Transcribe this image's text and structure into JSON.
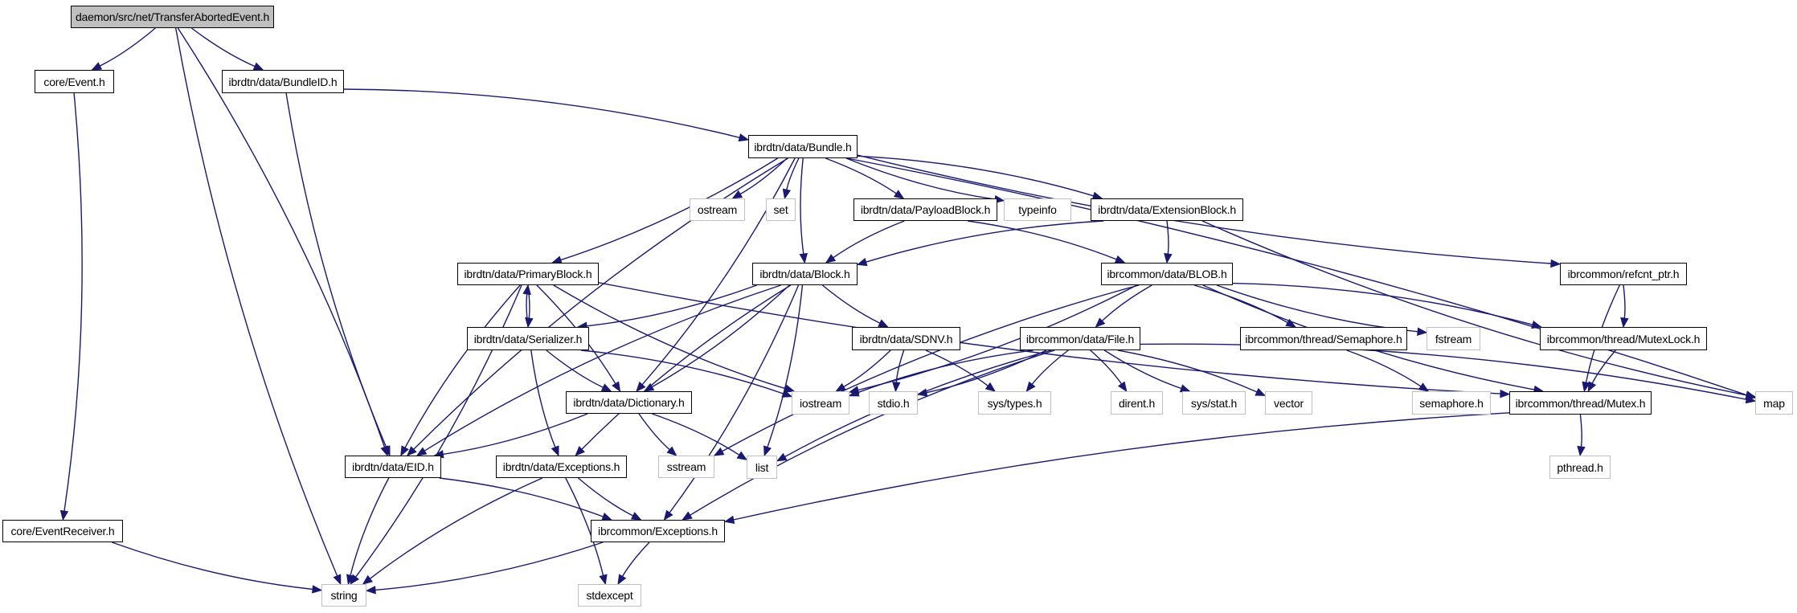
{
  "title": "daemon/src/net/TransferAbortedEvent.h",
  "colors": {
    "edge": "#191970",
    "root_fill": "#bfbfbf",
    "system_border": "#bfbfbf",
    "project_border": "#000000"
  },
  "nodes": [
    {
      "id": "root",
      "label": "daemon/src/net/TransferAbortedEvent.h",
      "kind": "root"
    },
    {
      "id": "event",
      "label": "core/Event.h",
      "kind": "project"
    },
    {
      "id": "bundleid",
      "label": "ibrdtn/data/BundleID.h",
      "kind": "project"
    },
    {
      "id": "bundle",
      "label": "ibrdtn/data/Bundle.h",
      "kind": "project"
    },
    {
      "id": "ostream",
      "label": "ostream",
      "kind": "system"
    },
    {
      "id": "set",
      "label": "set",
      "kind": "system"
    },
    {
      "id": "payloadblock",
      "label": "ibrdtn/data/PayloadBlock.h",
      "kind": "project"
    },
    {
      "id": "typeinfo",
      "label": "typeinfo",
      "kind": "system"
    },
    {
      "id": "extensionblock",
      "label": "ibrdtn/data/ExtensionBlock.h",
      "kind": "project"
    },
    {
      "id": "primaryblock",
      "label": "ibrdtn/data/PrimaryBlock.h",
      "kind": "project"
    },
    {
      "id": "block",
      "label": "ibrdtn/data/Block.h",
      "kind": "project"
    },
    {
      "id": "blob",
      "label": "ibrcommon/data/BLOB.h",
      "kind": "project"
    },
    {
      "id": "refcnt",
      "label": "ibrcommon/refcnt_ptr.h",
      "kind": "project"
    },
    {
      "id": "serializer",
      "label": "ibrdtn/data/Serializer.h",
      "kind": "project"
    },
    {
      "id": "sdnv",
      "label": "ibrdtn/data/SDNV.h",
      "kind": "project"
    },
    {
      "id": "file",
      "label": "ibrcommon/data/File.h",
      "kind": "project"
    },
    {
      "id": "semaphore",
      "label": "ibrcommon/thread/Semaphore.h",
      "kind": "project"
    },
    {
      "id": "fstream",
      "label": "fstream",
      "kind": "system"
    },
    {
      "id": "mutexlock",
      "label": "ibrcommon/thread/MutexLock.h",
      "kind": "project"
    },
    {
      "id": "dictionary",
      "label": "ibrdtn/data/Dictionary.h",
      "kind": "project"
    },
    {
      "id": "iostream",
      "label": "iostream",
      "kind": "system"
    },
    {
      "id": "stdio",
      "label": "stdio.h",
      "kind": "system"
    },
    {
      "id": "systypes",
      "label": "sys/types.h",
      "kind": "system"
    },
    {
      "id": "dirent",
      "label": "dirent.h",
      "kind": "system"
    },
    {
      "id": "sysstat",
      "label": "sys/stat.h",
      "kind": "system"
    },
    {
      "id": "vector",
      "label": "vector",
      "kind": "system"
    },
    {
      "id": "semaphore_h",
      "label": "semaphore.h",
      "kind": "system"
    },
    {
      "id": "mutex",
      "label": "ibrcommon/thread/Mutex.h",
      "kind": "project"
    },
    {
      "id": "map",
      "label": "map",
      "kind": "system"
    },
    {
      "id": "eid",
      "label": "ibrdtn/data/EID.h",
      "kind": "project"
    },
    {
      "id": "dataexceptions",
      "label": "ibrdtn/data/Exceptions.h",
      "kind": "project"
    },
    {
      "id": "sstream",
      "label": "sstream",
      "kind": "system"
    },
    {
      "id": "list",
      "label": "list",
      "kind": "system"
    },
    {
      "id": "pthread",
      "label": "pthread.h",
      "kind": "system"
    },
    {
      "id": "eventreceiver",
      "label": "core/EventReceiver.h",
      "kind": "project"
    },
    {
      "id": "commonexceptions",
      "label": "ibrcommon/Exceptions.h",
      "kind": "project"
    },
    {
      "id": "string",
      "label": "string",
      "kind": "system"
    },
    {
      "id": "stdexcept",
      "label": "stdexcept",
      "kind": "system"
    }
  ],
  "edges": [
    [
      "root",
      "event"
    ],
    [
      "root",
      "bundleid"
    ],
    [
      "root",
      "eid"
    ],
    [
      "root",
      "string"
    ],
    [
      "event",
      "eventreceiver"
    ],
    [
      "eventreceiver",
      "string"
    ],
    [
      "bundleid",
      "bundle"
    ],
    [
      "bundleid",
      "eid"
    ],
    [
      "bundle",
      "ostream"
    ],
    [
      "bundle",
      "set"
    ],
    [
      "bundle",
      "payloadblock"
    ],
    [
      "bundle",
      "typeinfo"
    ],
    [
      "bundle",
      "extensionblock"
    ],
    [
      "bundle",
      "refcnt"
    ],
    [
      "bundle",
      "map"
    ],
    [
      "bundle",
      "block"
    ],
    [
      "bundle",
      "primaryblock"
    ],
    [
      "bundle",
      "eid"
    ],
    [
      "bundle",
      "dictionary"
    ],
    [
      "payloadblock",
      "block"
    ],
    [
      "payloadblock",
      "blob"
    ],
    [
      "extensionblock",
      "block"
    ],
    [
      "extensionblock",
      "blob"
    ],
    [
      "extensionblock",
      "map"
    ],
    [
      "refcnt",
      "mutexlock"
    ],
    [
      "refcnt",
      "mutex"
    ],
    [
      "primaryblock",
      "serializer"
    ],
    [
      "primaryblock",
      "eid"
    ],
    [
      "primaryblock",
      "dictionary"
    ],
    [
      "primaryblock",
      "iostream"
    ],
    [
      "primaryblock",
      "string"
    ],
    [
      "primaryblock",
      "mutex"
    ],
    [
      "serializer",
      "primaryblock"
    ],
    [
      "serializer",
      "dictionary"
    ],
    [
      "serializer",
      "iostream"
    ],
    [
      "serializer",
      "dataexceptions"
    ],
    [
      "block",
      "serializer"
    ],
    [
      "block",
      "sdnv"
    ],
    [
      "block",
      "dictionary"
    ],
    [
      "block",
      "eid"
    ],
    [
      "block",
      "list"
    ],
    [
      "block",
      "dataexceptions"
    ],
    [
      "block",
      "commonexceptions"
    ],
    [
      "blob",
      "file"
    ],
    [
      "blob",
      "semaphore"
    ],
    [
      "blob",
      "fstream"
    ],
    [
      "blob",
      "mutexlock"
    ],
    [
      "blob",
      "mutex"
    ],
    [
      "blob",
      "iostream"
    ],
    [
      "blob",
      "sstream"
    ],
    [
      "sdnv",
      "iostream"
    ],
    [
      "sdnv",
      "stdio"
    ],
    [
      "sdnv",
      "systypes"
    ],
    [
      "file",
      "iostream"
    ],
    [
      "file",
      "stdio"
    ],
    [
      "file",
      "systypes"
    ],
    [
      "file",
      "dirent"
    ],
    [
      "file",
      "sysstat"
    ],
    [
      "file",
      "vector"
    ],
    [
      "file",
      "list"
    ],
    [
      "file",
      "map"
    ],
    [
      "file",
      "commonexceptions"
    ],
    [
      "semaphore",
      "semaphore_h"
    ],
    [
      "mutexlock",
      "mutex"
    ],
    [
      "mutex",
      "pthread"
    ],
    [
      "mutex",
      "commonexceptions"
    ],
    [
      "dictionary",
      "eid"
    ],
    [
      "dictionary",
      "sstream"
    ],
    [
      "dictionary",
      "list"
    ],
    [
      "eid",
      "string"
    ],
    [
      "eid",
      "commonexceptions"
    ],
    [
      "dataexceptions",
      "string"
    ],
    [
      "dataexceptions",
      "stdexcept"
    ],
    [
      "dataexceptions",
      "commonexceptions"
    ],
    [
      "commonexceptions",
      "string"
    ],
    [
      "commonexceptions",
      "stdexcept"
    ]
  ]
}
